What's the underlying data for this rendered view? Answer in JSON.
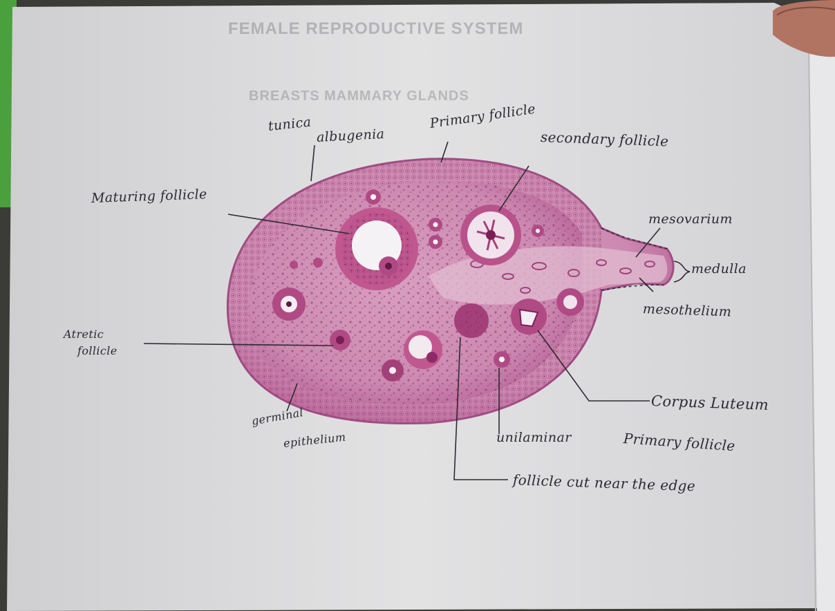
{
  "figure": {
    "labels": {
      "tunica": "tunica",
      "albugenia": "albugenia",
      "primary_follicle_top": "Primary follicle",
      "secondary_follicle": "secondary follicle",
      "maturing_follicle": "Maturing follicle",
      "mesovarium": "mesovarium",
      "medulla": "medulla",
      "mesothelium": "mesothelium",
      "atretic_follicle_1": "Atretic",
      "atretic_follicle_2": "follicle",
      "corpus_luteum": "Corpus Luteum",
      "germinal_1": "germinal",
      "germinal_2": "epithelium",
      "unilaminar": "unilaminar",
      "primary_follicle_bottom": "Primary follicle",
      "follicle_cut_near_edge": "follicle cut near the edge"
    }
  },
  "page_header": {
    "chapter_title": "FEMALE REPRODUCTIVE SYSTEM",
    "section_title": "BREASTS MAMMARY GLANDS"
  },
  "colors": {
    "paper": "#ddddde",
    "stain_pink": "#cf8fb4",
    "stain_dark": "#8e2a66",
    "ink": "#2b2a32"
  }
}
